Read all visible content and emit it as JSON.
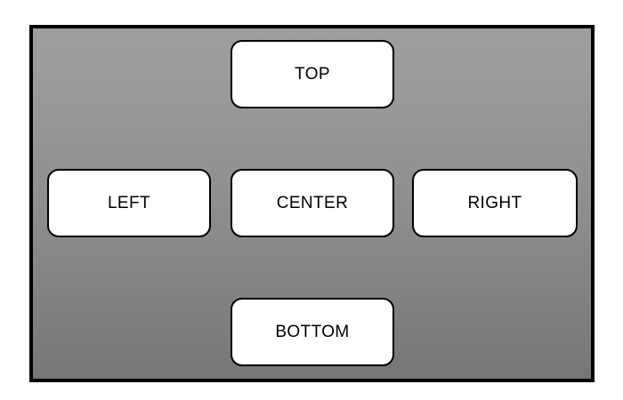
{
  "panel": {
    "name": "alignment-panel",
    "background_top_color": "#9e9e9e",
    "background_bottom_color": "#767676",
    "border_color": "#000000"
  },
  "buttons": {
    "top": {
      "label": "TOP",
      "position": "top",
      "fill_color": "#ffffff",
      "text_color": "#000000"
    },
    "left": {
      "label": "LEFT",
      "position": "left",
      "fill_color": "#ffffff",
      "text_color": "#000000"
    },
    "center": {
      "label": "CENTER",
      "position": "center",
      "fill_color": "#ffffff",
      "text_color": "#000000"
    },
    "right": {
      "label": "RIGHT",
      "position": "right",
      "fill_color": "#ffffff",
      "text_color": "#000000"
    },
    "bottom": {
      "label": "BOTTOM",
      "position": "bottom",
      "fill_color": "#ffffff",
      "text_color": "#000000"
    }
  }
}
